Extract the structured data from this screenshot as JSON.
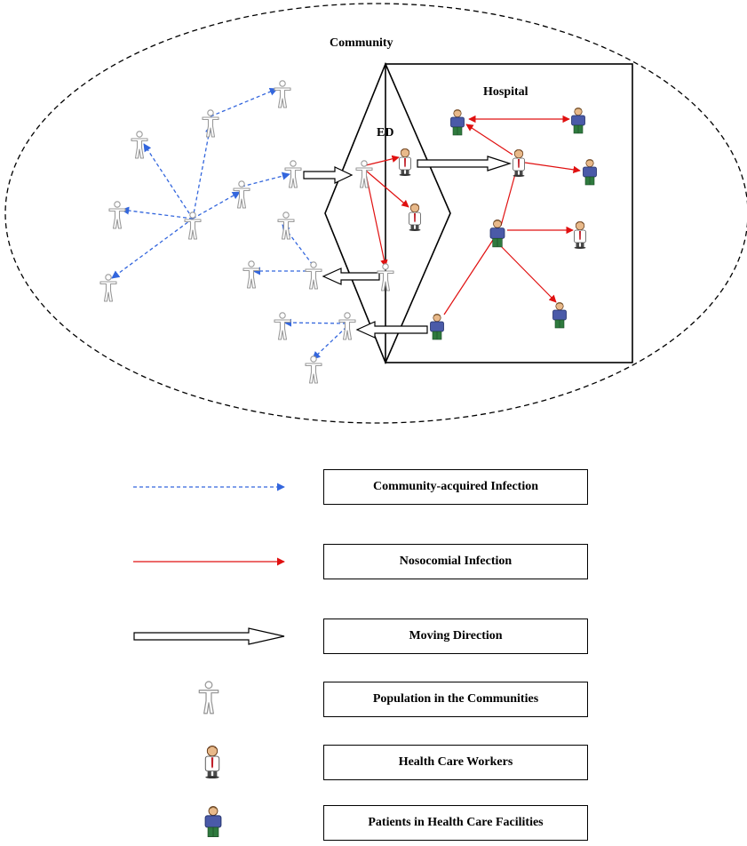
{
  "diagram": {
    "regions": {
      "community": "Community",
      "hospital": "Hospital",
      "ed": "ED"
    }
  },
  "legend": {
    "items": [
      {
        "symbol": "blue-dashed-arrow",
        "label": "Community-acquired Infection"
      },
      {
        "symbol": "red-solid-arrow",
        "label": "Nosocomial Infection"
      },
      {
        "symbol": "hollow-arrow",
        "label": "Moving Direction"
      },
      {
        "symbol": "community-person-icon",
        "label": "Population in the Communities"
      },
      {
        "symbol": "health-care-worker-icon",
        "label": "Health Care Workers"
      },
      {
        "symbol": "patient-icon",
        "label": "Patients in Health Care Facilities"
      }
    ]
  },
  "colors": {
    "community_infection": "#3366dd",
    "nosocomial_infection": "#e01010",
    "outline": "#000000",
    "person_outline": "#9a9a9a",
    "worker_coat": "#ffffff",
    "worker_skin": "#e8b98a",
    "worker_hair": "#6b3f1c",
    "worker_tie": "#c0202a",
    "patient_gown": "#4a5aa8",
    "patient_pants": "#2f7a3e"
  }
}
